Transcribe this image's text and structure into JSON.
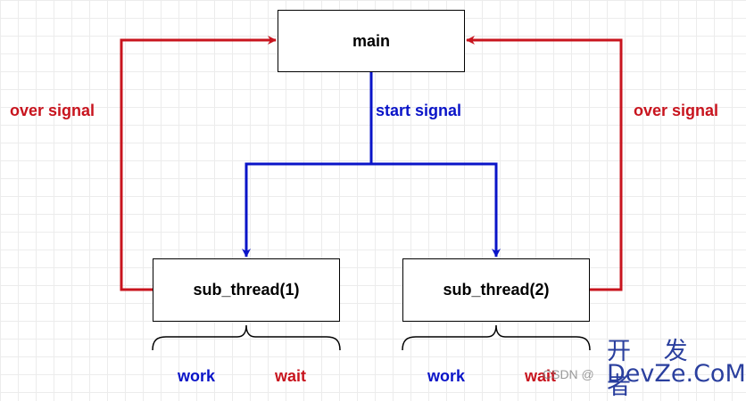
{
  "nodes": {
    "main": "main",
    "sub1": "sub_thread(1)",
    "sub2": "sub_thread(2)"
  },
  "labels": {
    "start_signal": "start signal",
    "over_signal_left": "over signal",
    "over_signal_right": "over signal"
  },
  "phases": {
    "sub1": {
      "work": "work",
      "wait": "wait"
    },
    "sub2": {
      "work": "work",
      "wait": "wait"
    }
  },
  "watermark": {
    "chinese": "开 发 者",
    "brand": "DevZe.CoM",
    "csdn": "CSDN @"
  },
  "colors": {
    "start_signal": "#0a14c8",
    "over_signal": "#c8141e"
  }
}
